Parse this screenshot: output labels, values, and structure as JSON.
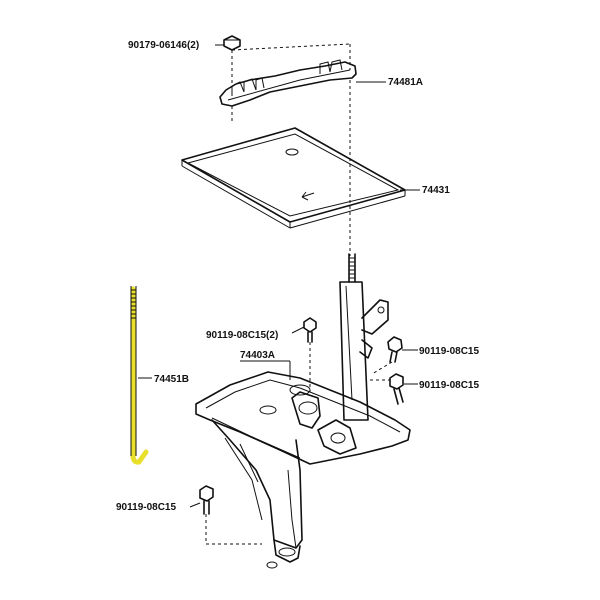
{
  "labels": {
    "nut_top": "90179-06146(2)",
    "clamp": "74481A",
    "tray": "74431",
    "bolt_left": "90119-08C15(2)",
    "carrier": "74403A",
    "bolt_right_upper": "90119-08C15",
    "bolt_right_lower": "90119-08C15",
    "hold_rod": "74451B",
    "bolt_bottom": "90119-08C15"
  },
  "colors": {
    "line": "#111111",
    "highlight": "#e8df2a",
    "background": "#ffffff"
  }
}
